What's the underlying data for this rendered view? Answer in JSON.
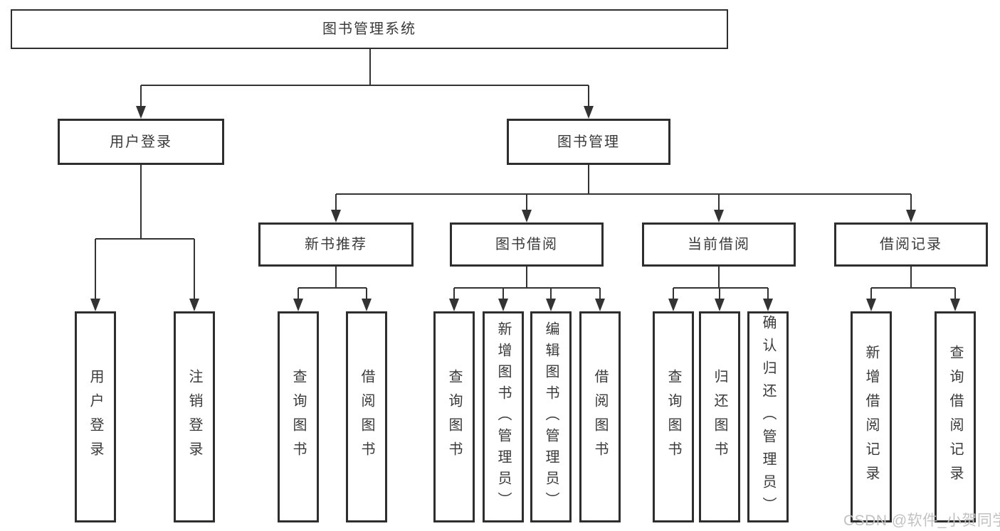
{
  "tree": {
    "label": "图书管理系统",
    "children": [
      {
        "label": "用户登录",
        "children": [
          {
            "label": "用户登录"
          },
          {
            "label": "注销登录"
          }
        ]
      },
      {
        "label": "图书管理",
        "children": [
          {
            "label": "新书推荐",
            "children": [
              {
                "label": "查询图书"
              },
              {
                "label": "借阅图书"
              }
            ]
          },
          {
            "label": "图书借阅",
            "children": [
              {
                "label": "查询图书"
              },
              {
                "label": "新增图书（管理员）"
              },
              {
                "label": "编辑图书（管理员）"
              },
              {
                "label": "借阅图书"
              }
            ]
          },
          {
            "label": "当前借阅",
            "children": [
              {
                "label": "查询图书"
              },
              {
                "label": "归还图书"
              },
              {
                "label": "确认归还（管理员）"
              }
            ]
          },
          {
            "label": "借阅记录",
            "children": [
              {
                "label": "新增借阅记录"
              },
              {
                "label": "查询借阅记录"
              }
            ]
          }
        ]
      }
    ]
  },
  "watermark": {
    "text": "CSDN @软件_小贺同学",
    "color": "#c2c2c2"
  },
  "colors": {
    "background": "#ffffff",
    "line": "#333333",
    "box_border": "#2e2e2e",
    "text": "#3a3a3a"
  }
}
